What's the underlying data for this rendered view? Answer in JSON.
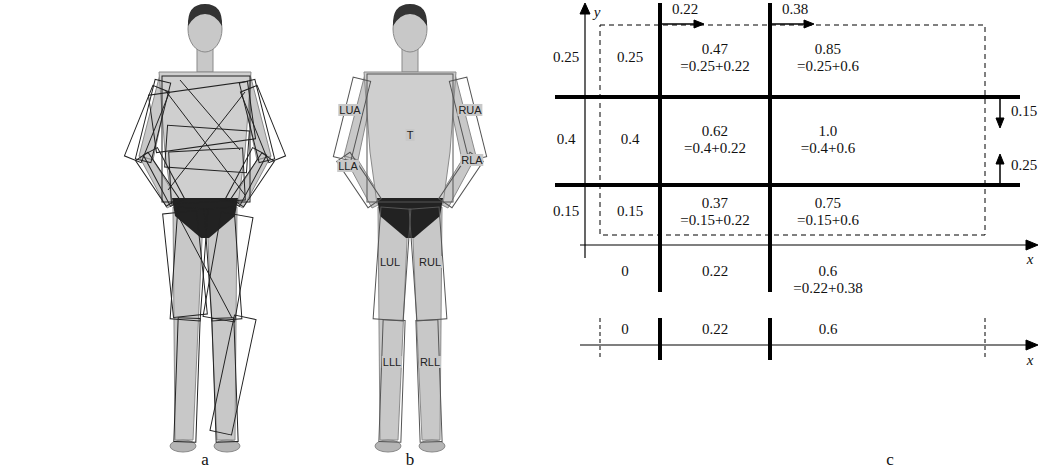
{
  "diagram": {
    "labels": [
      "LUA",
      "RUA",
      "T",
      "RLA",
      "LLA",
      "LUL",
      "RUL",
      "LLL",
      "RLL",
      "y",
      "0.22",
      "0.38",
      "0.25",
      "0.25",
      "0.47 =0.25+0.22",
      "0.85 =0.25+0.6",
      "0.15",
      "0.4",
      "0.4",
      "0.62 =0.4+0.22",
      "1.0 =0.4+0.6",
      "0.25",
      "0.15",
      "0.15",
      "0.37 =0.15+0.22",
      "0.75 =0.15+0.6",
      "x",
      "0",
      "0.22",
      "0.6 =0.22+0.38",
      "0",
      "0.22",
      "0.6",
      "x",
      "a",
      "b",
      "c"
    ]
  }
}
